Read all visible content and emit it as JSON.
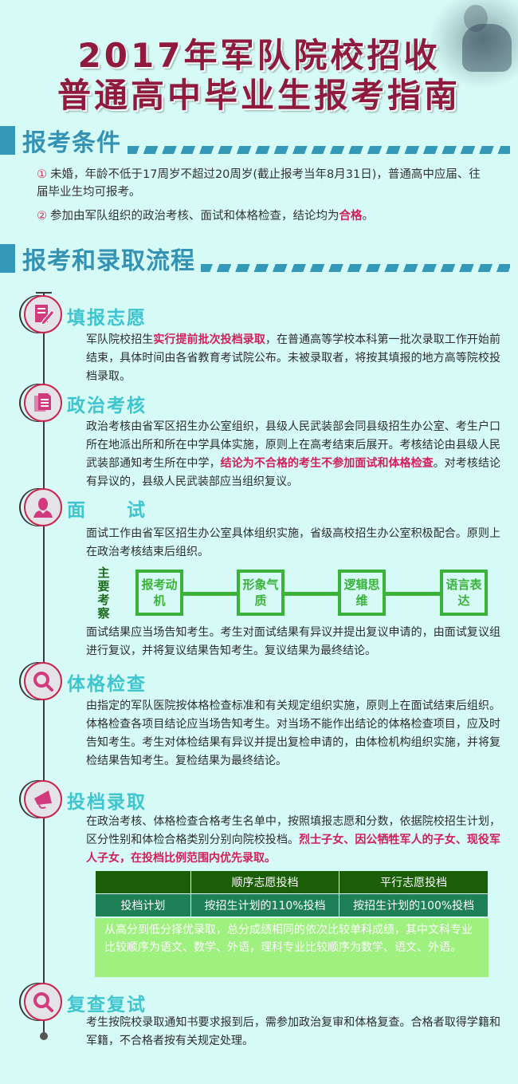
{
  "header": {
    "title_line1": "2017年军队院校招收",
    "title_line2": "普通高中毕业生报考指南"
  },
  "conditions": {
    "heading": "报考条件",
    "items": [
      {
        "num": "①",
        "text": "未婚，年龄不低于17周岁不超过20周岁(截止报考当年8月31日)，普通高中应届、往届毕业生均可报考。"
      },
      {
        "num": "②",
        "text_before": "参加由军队组织的政治考核、面试和体格检查，结论均为",
        "highlight": "合格",
        "text_after": "。"
      }
    ]
  },
  "process": {
    "heading": "报考和录取流程",
    "steps": [
      {
        "icon": "form-pen-icon",
        "title": "填报志愿",
        "before": "军队院校招生",
        "highlight": "实行提前批次投档录取",
        "after": "，在普通高等学校本科第一批次录取工作开始前结束，具体时间由各省教育考试院公布。未被录取者，将按其填报的地方高等院校投档录取。"
      },
      {
        "icon": "document-icon",
        "title": "政治考核",
        "before": "政治考核由省军区招生办公室组织，县级人民武装部会同县级招生办公室、考生户口所在地派出所和所在中学具体实施，原则上在高考结束后展开。考核结论由县级人民武装部通知考生所在中学，",
        "highlight": "结论为不合格的考生不参加面试和体格检查",
        "after": "。对考核结论有异议的，县级人民武装部应当组织复议。"
      },
      {
        "icon": "person-icon",
        "title": "面　　试",
        "intro": "面试工作由省军区招生办公室具体组织实施，省级高校招生办公室积极配合。原则上在政治考核结束后组织。",
        "focus_label": "主要考察",
        "focus_items": [
          "报考动机",
          "形象气质",
          "逻辑思维",
          "语言表达"
        ],
        "outro": "面试结果应当场告知考生。考生对面试结果有异议并提出复议申请的，由面试复议组进行复议，并将复议结果告知考生。复议结果为最终结论。"
      },
      {
        "icon": "magnifier-icon",
        "title": "体格检查",
        "text": "由指定的军队医院按体格检查标准和有关规定组织实施，原则上在面试结束后组织。体格检查各项目结论应当场告知考生。对当场不能作出结论的体格检查项目，应及时告知考生。考生对体检结果有异议并提出复检申请的，由体检机构组织实施，并将复检结果告知考生。复检结果为最终结论。"
      },
      {
        "icon": "megaphone-icon",
        "title": "投档录取",
        "before": "在政治考核、体格检查合格考生名单中，按照填报志愿和分数，依据院校招生计划，区分性别和体检合格类别分别向院校投档。",
        "highlight": "烈士子女、因公牺牲军人的子女、现役军人子女，在投档比例范围内优先录取。",
        "table": {
          "headers": [
            "",
            "顺序志愿投档",
            "平行志愿投档"
          ],
          "row": [
            "投档计划",
            "按招生计划的110%投档",
            "按招生计划的100%投档"
          ],
          "note": "从高分到低分择优录取，总分成绩相同的依次比较单科成绩，其中文科专业比较顺序为语文、数学、外语，理科专业比较顺序为数学、语文、外语。"
        }
      },
      {
        "icon": "magnifier-icon",
        "title": "复查复试",
        "text": "考生按院校录取通知书要求报到后，需参加政治复审和体格复查。合格者取得学籍和军籍，不合格者按有关规定处理。"
      }
    ]
  },
  "colors": {
    "background": "#d6fbf6",
    "title": "#8f1a3e",
    "section": "#3493b4",
    "step_title": "#3ec5cf",
    "highlight": "#d21e5a",
    "icon_fill": "#d23a7e",
    "focus_green": "#3bb33b",
    "table_header": "#1a5f08",
    "table_row": "#1e8056",
    "table_note": "#9ef17f"
  }
}
